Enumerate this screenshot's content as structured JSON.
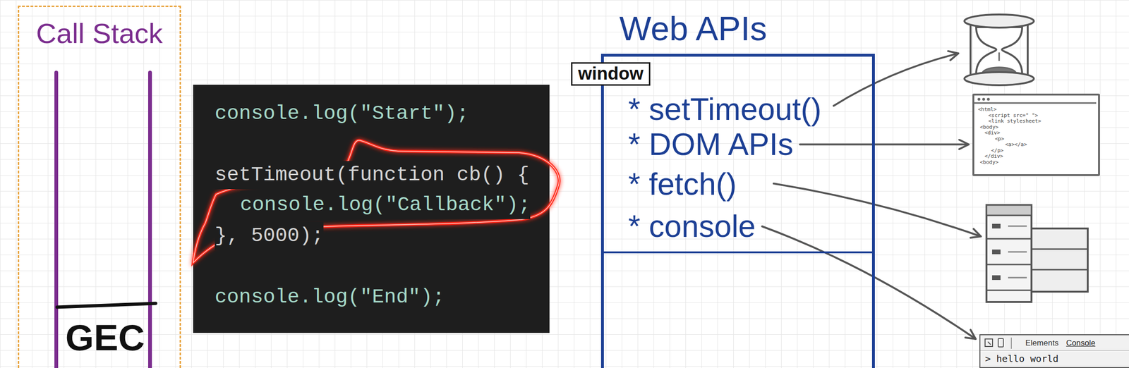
{
  "diagram": {
    "nodes": [
      {
        "text": [
          "Call Stack"
        ]
      },
      {
        "text": [
          "GEC"
        ],
        "in": 0
      },
      {
        "text": [
          "console.log(\"Start\");",
          "setTimeout(function cb() {",
          "console.log(\"Callback\");",
          "}, 5000);",
          "console.log(\"End\");"
        ]
      },
      {
        "text": [
          "Web APIs"
        ]
      },
      {
        "text": [
          "window"
        ],
        "in": 3
      },
      {
        "text": [
          "* setTimeout()"
        ],
        "in": 3
      },
      {
        "text": [
          "* DOM APIs"
        ],
        "in": 3
      },
      {
        "text": [
          "* fetch()"
        ],
        "in": 3
      },
      {
        "text": [
          "* console"
        ],
        "in": 3
      },
      {
        "text": [
          "<html>",
          "<script src=\" \">",
          "<link stylesheet>",
          "<body>",
          "<div>",
          "<p>",
          "<a></a>",
          "</p>",
          "</div>",
          "<body>"
        ]
      },
      {
        "text": [
          "Elements",
          "Console",
          "> hello world"
        ]
      }
    ],
    "edges": [
      {
        "from": 6,
        "to": 9,
        "arrow": "to"
      },
      {
        "from": 8,
        "to": 10,
        "arrow": "to"
      }
    ]
  }
}
